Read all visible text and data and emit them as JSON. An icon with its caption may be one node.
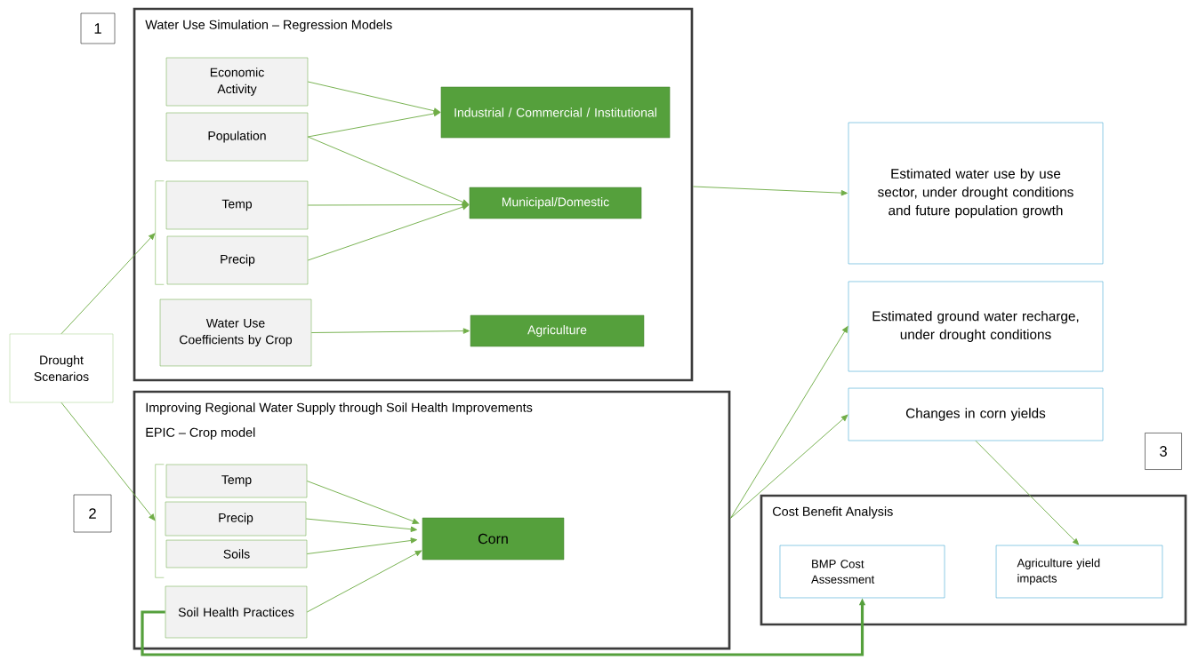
{
  "diagram": {
    "nodes": [
      {
        "text": [
          "Water Use Simulation – Regression Models"
        ]
      },
      {
        "text": [
          "Economic Activity"
        ],
        "in": 0
      },
      {
        "text": [
          "Population"
        ],
        "in": 0
      },
      {
        "text": [],
        "shape": "bracket",
        "in": 0
      },
      {
        "text": [
          "Temp"
        ],
        "in": 0
      },
      {
        "text": [
          "Precip"
        ],
        "in": 0
      },
      {
        "text": [
          "Water Use Coefficients by Crop"
        ],
        "in": 0
      },
      {
        "text": [
          "Industrial / Commercial / Institutional"
        ],
        "in": 0
      },
      {
        "text": [
          "Municipal/Domestic"
        ],
        "in": 0
      },
      {
        "text": [
          "Agriculture"
        ],
        "in": 0
      },
      {
        "text": [
          "Drought Scenarios"
        ]
      },
      {
        "text": [
          "Improving Regional Water Supply through Soil Health Improvements",
          "EPIC – Crop model"
        ]
      },
      {
        "text": [],
        "shape": "bracket",
        "in": 11
      },
      {
        "text": [
          "Temp"
        ],
        "in": 11
      },
      {
        "text": [
          "Precip"
        ],
        "in": 11
      },
      {
        "text": [
          "Soils"
        ],
        "in": 11
      },
      {
        "text": [
          "Soil Health Practices"
        ],
        "in": 11
      },
      {
        "text": [
          "Corn"
        ],
        "in": 11
      },
      {
        "text": [
          "Estimated water use by use sector, under drought conditions and future population growth"
        ]
      },
      {
        "text": [
          "Estimated ground water recharge, under drought conditions"
        ]
      },
      {
        "text": [
          "Changes in corn yields"
        ]
      },
      {
        "text": [
          "Cost Benefit Analysis"
        ]
      },
      {
        "text": [
          "BMP Cost Assessment"
        ],
        "in": 21
      },
      {
        "text": [
          "Agriculture yield impacts"
        ],
        "in": 21
      }
    ],
    "edges": [
      {
        "from": 1,
        "to": 7,
        "arrow": "to"
      },
      {
        "from": 2,
        "to": 7,
        "arrow": "to"
      },
      {
        "from": 2,
        "to": 8,
        "arrow": "to"
      },
      {
        "from": 4,
        "to": 8,
        "arrow": "to"
      },
      {
        "from": 5,
        "to": 8,
        "arrow": "to"
      },
      {
        "from": 6,
        "to": 9,
        "arrow": "to"
      },
      {
        "from": 10,
        "to": 3,
        "arrow": "to"
      },
      {
        "from": 10,
        "to": 12,
        "arrow": "to"
      },
      {
        "from": 0,
        "to": 18,
        "arrow": "to"
      },
      {
        "from": 11,
        "to": 19,
        "arrow": "to"
      },
      {
        "from": 11,
        "to": 20,
        "arrow": "to"
      },
      {
        "from": 13,
        "to": 17,
        "arrow": "to"
      },
      {
        "from": 14,
        "to": 17,
        "arrow": "to"
      },
      {
        "from": 15,
        "to": 17,
        "arrow": "to"
      },
      {
        "from": 16,
        "to": 17,
        "arrow": "to"
      },
      {
        "from": 20,
        "to": 23,
        "arrow": "to"
      },
      {
        "from": 16,
        "to": 22,
        "arrow": "to",
        "style": "thick"
      }
    ],
    "labels": [
      "1",
      "2",
      "3"
    ]
  }
}
